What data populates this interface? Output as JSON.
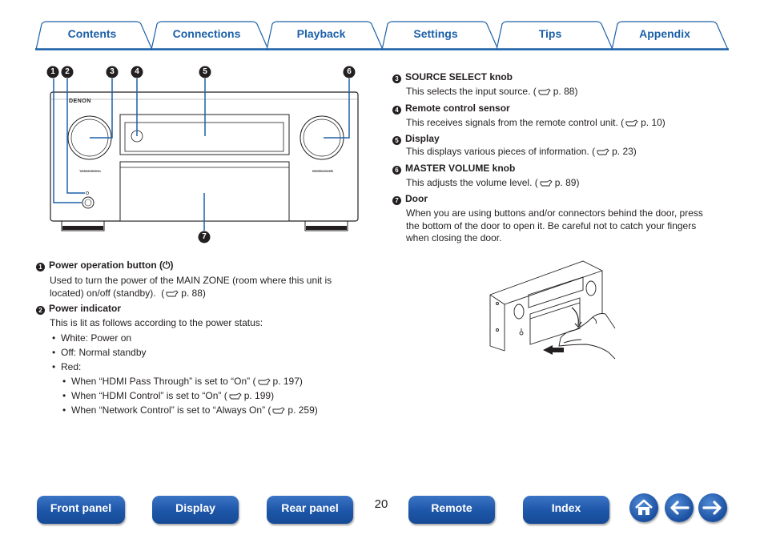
{
  "tabs": [
    {
      "label": "Contents"
    },
    {
      "label": "Connections"
    },
    {
      "label": "Playback"
    },
    {
      "label": "Settings"
    },
    {
      "label": "Tips"
    },
    {
      "label": "Appendix"
    }
  ],
  "diagram": {
    "callouts": [
      "1",
      "2",
      "3",
      "4",
      "5",
      "6",
      "7"
    ],
    "brand": "DENON",
    "left_knob_label": "SOURCE SELECT",
    "right_knob_label": "MASTER VOLUME"
  },
  "items": {
    "power_button": {
      "num": "1",
      "title": "Power operation button (⏻)",
      "desc1": "Used to turn the power of the MAIN ZONE (room where this unit is",
      "desc2_text": "located) on/off (standby).",
      "desc2_ref": "p. 88)"
    },
    "power_indicator": {
      "num": "2",
      "title": "Power indicator",
      "desc": "This is lit as follows according to the power status:",
      "bullets": [
        "White: Power on",
        "Off: Normal standby",
        "Red:"
      ],
      "sub_bullets": [
        {
          "text": "When “HDMI Pass Through” is set to “On” (",
          "ref": "p. 197)"
        },
        {
          "text": "When “HDMI Control” is set to “On” (",
          "ref": "p. 199)"
        },
        {
          "text": "When “Network Control” is set to “Always On”  (",
          "ref": "p. 259)"
        }
      ]
    },
    "source_select": {
      "num": "3",
      "title": "SOURCE SELECT knob",
      "desc": "This selects the input source.  (",
      "ref": "p. 88)"
    },
    "remote_sensor": {
      "num": "4",
      "title": "Remote control sensor",
      "desc": "This receives signals from the remote control unit.  (",
      "ref": "p. 10)"
    },
    "display": {
      "num": "5",
      "title": "Display",
      "desc": "This displays various pieces of information.  (",
      "ref": "p. 23)"
    },
    "master_volume": {
      "num": "6",
      "title": "MASTER VOLUME knob",
      "desc": "This adjusts the volume level.  (",
      "ref": "p. 89)"
    },
    "door": {
      "num": "7",
      "title": "Door",
      "lines": [
        "When you are using buttons and/or connectors behind the door, press",
        "the bottom of the door to open it. Be careful not to catch your fingers",
        "when closing the door."
      ]
    }
  },
  "page_number": "20",
  "bottom_nav": {
    "front_panel": "Front panel",
    "display": "Display",
    "rear_panel": "Rear panel",
    "remote": "Remote",
    "index": "Index"
  },
  "icons": {
    "home": "home-icon",
    "back": "arrow-left-icon",
    "forward": "arrow-right-icon",
    "ref": "pointing-hand-icon"
  },
  "colors": {
    "accent": "#1b60a8",
    "button": "#1d56a8"
  }
}
